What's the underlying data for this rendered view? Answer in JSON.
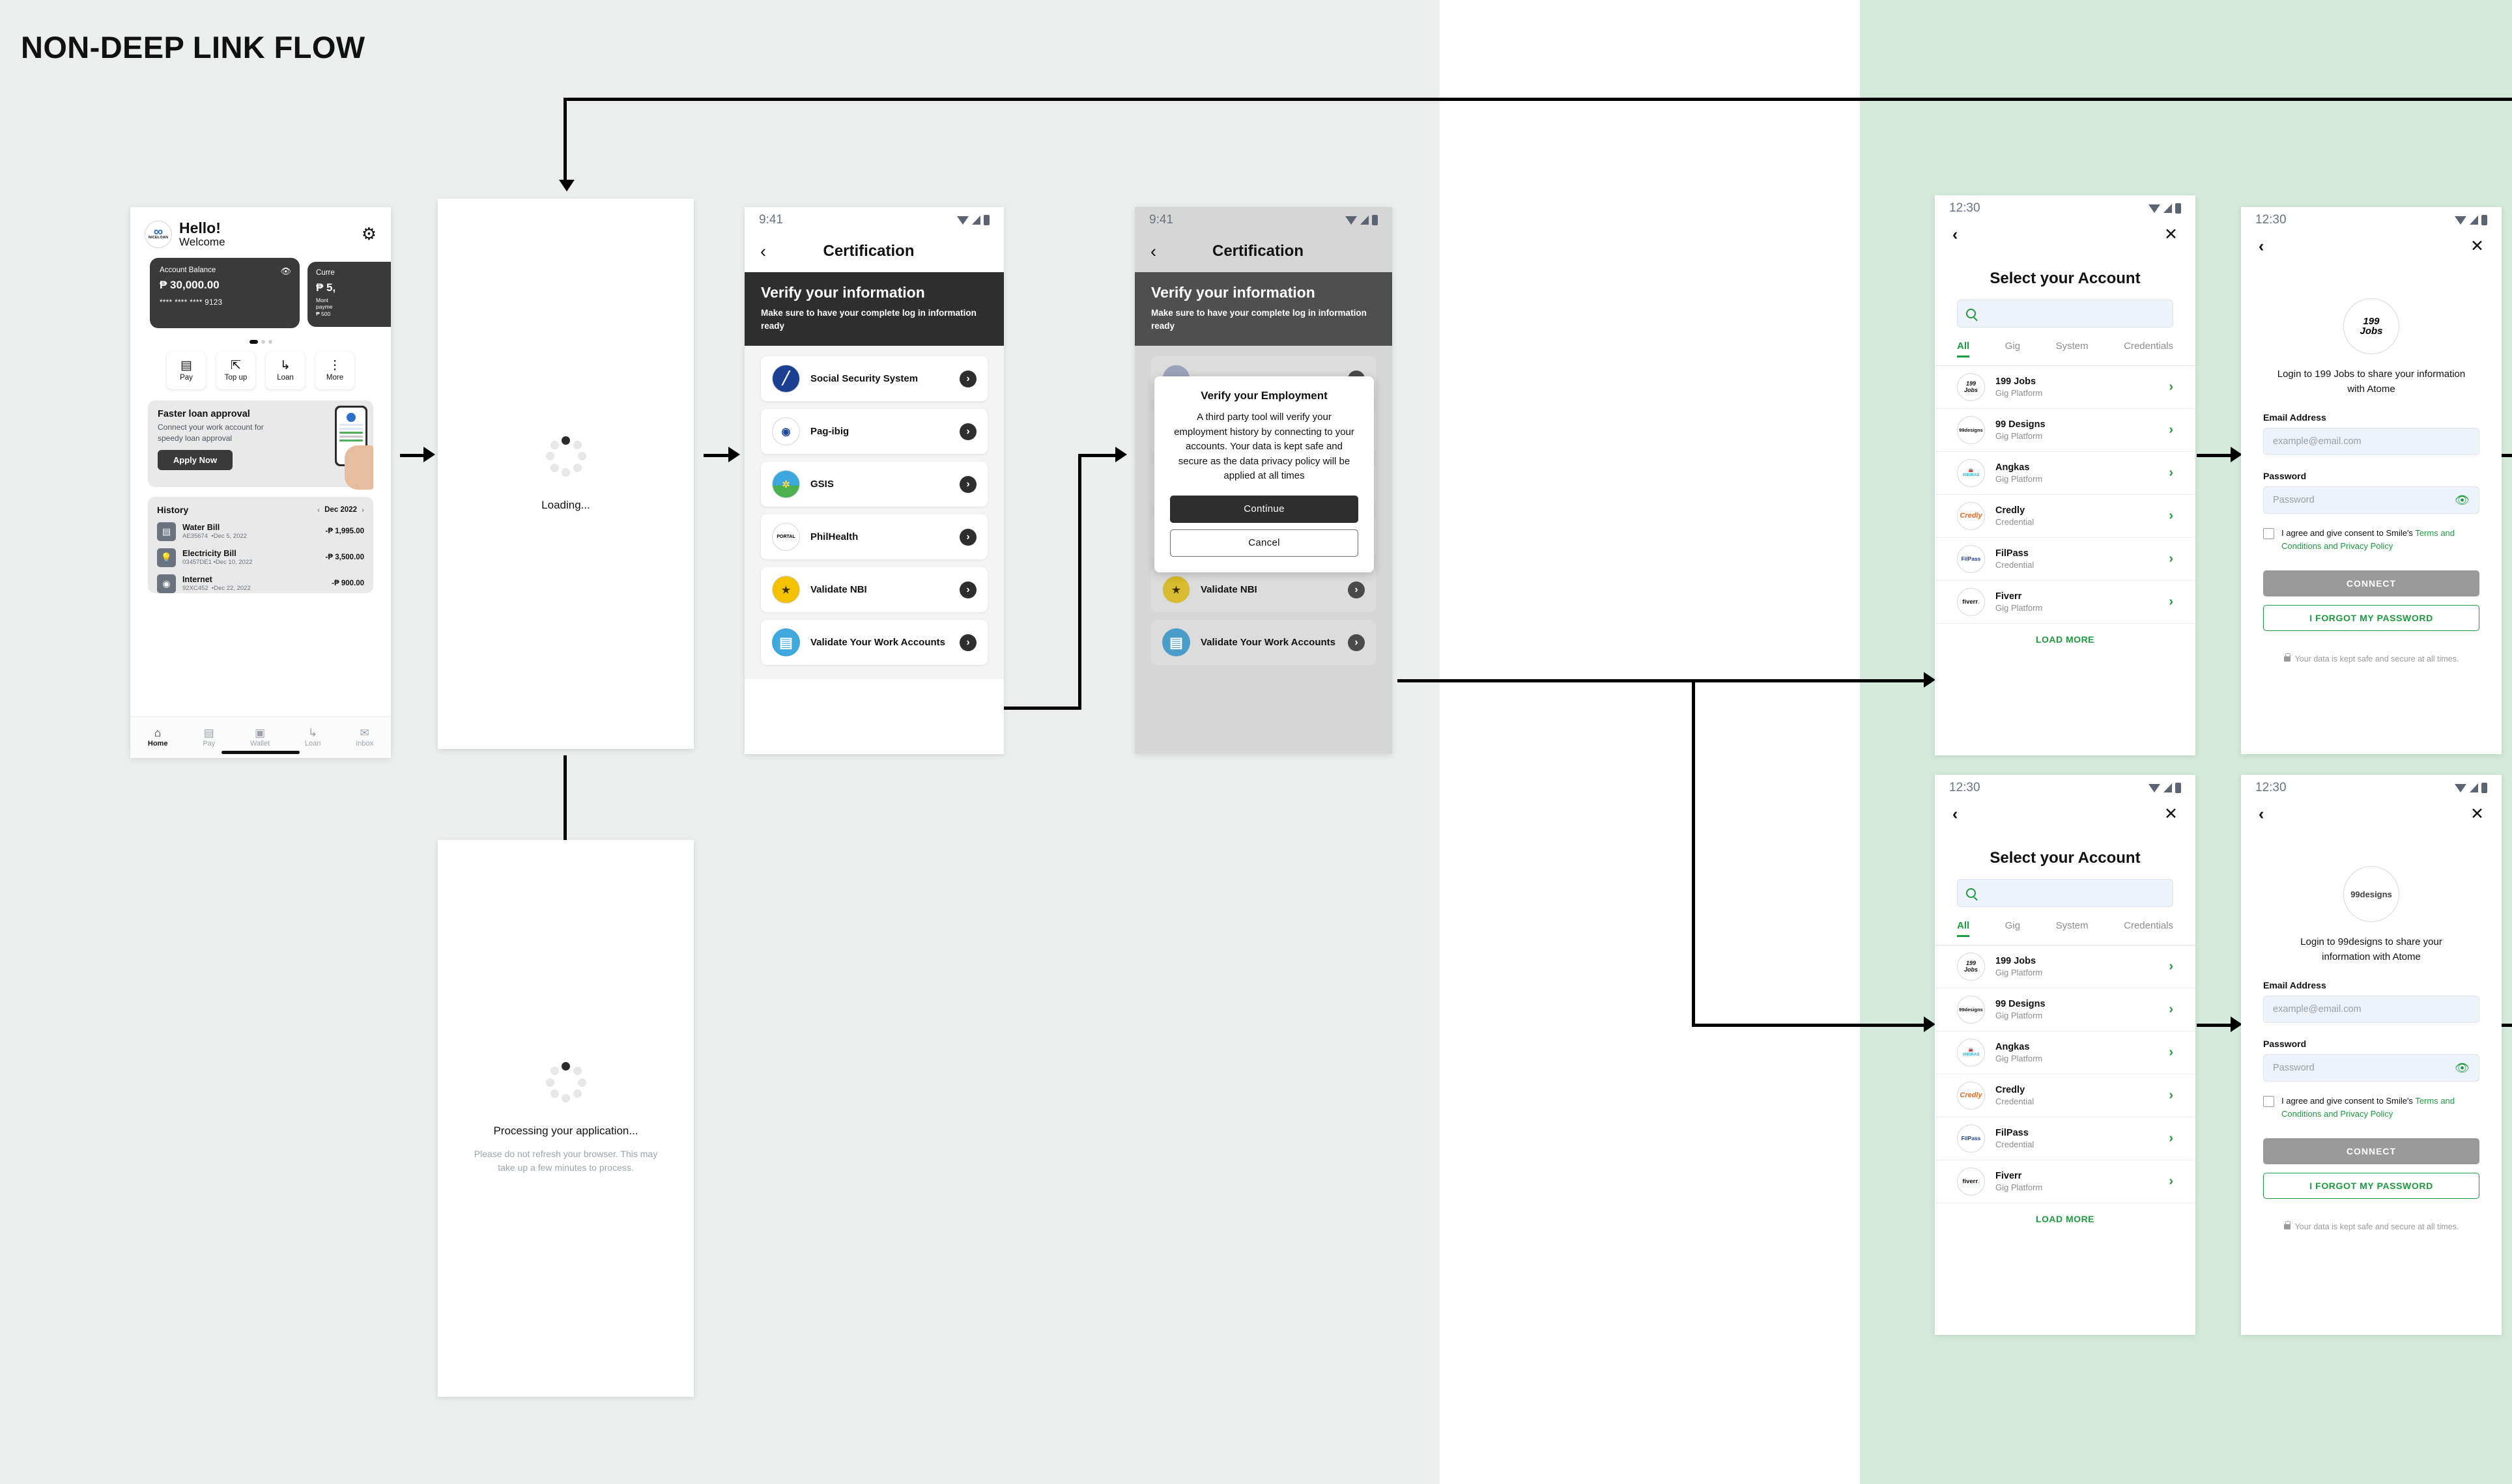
{
  "page": {
    "title": "NON-DEEP LINK FLOW"
  },
  "colors": {
    "background_gray": "#ebeeec",
    "background_white": "#ffffff",
    "background_green": "#d3eada",
    "accent_green": "#1d9b3f",
    "dark": "#2e2e2e",
    "muted": "#9a9a9a"
  },
  "home": {
    "status": {
      "time": "",
      "wifi": "wifi-icon",
      "signal": "signal-icon",
      "battery": "battery-icon"
    },
    "brand": {
      "logo_text": "NICELOAN",
      "greeting": "Hello!",
      "subgreeting": "Welcome"
    },
    "settings_icon": "gear-icon",
    "balance_card": {
      "label": "Account Balance",
      "amount": "₱ 30,000.00",
      "masked_number": "**** **** **** 9123",
      "eye_icon": "eye-icon"
    },
    "balance_card2": {
      "label": "Curre",
      "amount": "₱ 5,",
      "sub": "Mont\npaym\n₱ 500"
    },
    "carousel_dots": 3,
    "quick_actions": [
      {
        "icon": "card-icon",
        "glyph": "▤",
        "label": "Pay"
      },
      {
        "icon": "topup-icon",
        "glyph": "⬆",
        "label": "Top up"
      },
      {
        "icon": "loan-icon",
        "glyph": "↳",
        "label": "Loan"
      },
      {
        "icon": "more-icon",
        "glyph": "⋮",
        "label": "More"
      }
    ],
    "promo": {
      "title": "Faster loan approval",
      "body": "Connect your work account for speedy loan approval",
      "cta": "Apply Now"
    },
    "history": {
      "title": "History",
      "month": "Dec 2022",
      "prev_icon": "chevron-left-icon",
      "next_icon": "chevron-right-icon",
      "rows": [
        {
          "icon": "receipt-icon",
          "glyph": "▤",
          "name": "Water Bill",
          "ref": "AE35674",
          "date": "Dec 5, 2022",
          "amount": "-₱ 1,995.00"
        },
        {
          "icon": "bulb-icon",
          "glyph": "☀",
          "name": "Electricity Bill",
          "ref": "03457DE1",
          "date": "Dec 10, 2022",
          "amount": "-₱ 3,500.00"
        },
        {
          "icon": "wifi-icon",
          "glyph": "◴",
          "name": "Internet",
          "ref": "92XC452",
          "date": "Dec 22, 2022",
          "amount": "-₱ 900.00"
        }
      ]
    },
    "tabs": [
      {
        "icon": "home-icon",
        "glyph": "⌂",
        "label": "Home",
        "active": true
      },
      {
        "icon": "card-icon",
        "glyph": "▤",
        "label": "Pay",
        "active": false
      },
      {
        "icon": "wallet-icon",
        "glyph": "▱",
        "label": "Wallet",
        "active": false
      },
      {
        "icon": "loan-icon",
        "glyph": "↳",
        "label": "Loan",
        "active": false
      },
      {
        "icon": "inbox-icon",
        "glyph": "✉",
        "label": "Inbox",
        "active": false
      }
    ]
  },
  "loading": {
    "title": "Loading...",
    "spinner_icon": "spinner-icon"
  },
  "processing": {
    "title": "Processing your application...",
    "subtitle": "Please do not refresh your browser. This may take up a few minutes to process.",
    "spinner_icon": "spinner-icon"
  },
  "certification": {
    "status_time": "9:41",
    "back_icon": "chevron-left-icon",
    "title": "Certification",
    "banner": {
      "heading": "Verify your information",
      "sub": "Make sure to have your complete log in information ready"
    },
    "items": [
      {
        "label": "Social Security System",
        "logo": "sss-logo",
        "chevron": "chevron-right-icon"
      },
      {
        "label": "Pag-ibig",
        "logo": "pagibig-logo",
        "chevron": "chevron-right-icon"
      },
      {
        "label": "GSIS",
        "logo": "gsis-logo",
        "chevron": "chevron-right-icon"
      },
      {
        "label": "PhilHealth",
        "logo": "philhealth-logo",
        "chevron": "chevron-right-icon"
      },
      {
        "label": "Validate NBI",
        "logo": "nbi-logo",
        "chevron": "chevron-right-icon"
      },
      {
        "label": "Validate Your Work Accounts",
        "logo": "work-accounts-icon",
        "chevron": "chevron-right-icon"
      }
    ]
  },
  "modal": {
    "title": "Verify your Employment",
    "body": "A third party tool will verify your employment history by connecting to your accounts. Your data is kept safe and secure as the data privacy policy will be applied at all times",
    "primary": "Continue",
    "secondary": "Cancel"
  },
  "select_account": {
    "status_time": "12:30",
    "back_icon": "chevron-left-icon",
    "close_icon": "close-icon",
    "title": "Select your Account",
    "search_placeholder": "",
    "search_icon": "search-icon",
    "tabs": [
      {
        "label": "All",
        "active": true
      },
      {
        "label": "Gig",
        "active": false
      },
      {
        "label": "System",
        "active": false
      },
      {
        "label": "Credentials",
        "active": false
      }
    ],
    "accounts": [
      {
        "name": "199 Jobs",
        "type": "Gig Platform",
        "logo": "199jobs-logo"
      },
      {
        "name": "99 Designs",
        "type": "Gig Platform",
        "logo": "99designs-logo"
      },
      {
        "name": "Angkas",
        "type": "Gig Platform",
        "logo": "angkas-logo"
      },
      {
        "name": "Credly",
        "type": "Credential",
        "logo": "credly-logo"
      },
      {
        "name": "FilPass",
        "type": "Credential",
        "logo": "filpass-logo"
      },
      {
        "name": "Fiverr",
        "type": "Gig Platform",
        "logo": "fiverr-logo"
      }
    ],
    "load_more": "LOAD MORE"
  },
  "login_199jobs": {
    "status_time": "12:30",
    "back_icon": "chevron-left-icon",
    "close_icon": "close-icon",
    "logo": "199jobs-logo",
    "logo_text": "199 Jobs",
    "subtitle": "Login to 199 Jobs to share your information with Atome",
    "email_label": "Email Address",
    "email_placeholder": "example@email.com",
    "password_label": "Password",
    "password_placeholder": "Password",
    "eye_off_icon": "eye-off-icon",
    "consent_prefix": "I agree and give consent to Smile's ",
    "consent_link": "Terms and Conditions and Privacy Policy",
    "connect": "CONNECT",
    "forgot": "I FORGOT MY PASSWORD",
    "safe_note": "Your data is kept safe and secure at all times.",
    "lock_icon": "lock-icon"
  },
  "login_99designs": {
    "status_time": "12:30",
    "back_icon": "chevron-left-icon",
    "close_icon": "close-icon",
    "logo": "99designs-logo",
    "logo_text": "99designs",
    "subtitle": "Login to 99designs to share your information with Atome",
    "email_label": "Email Address",
    "email_placeholder": "example@email.com",
    "password_label": "Password",
    "password_placeholder": "Password",
    "eye_off_icon": "eye-off-icon",
    "consent_prefix": "I agree and give consent to Smile's ",
    "consent_link": "Terms and Conditions and Privacy Policy",
    "connect": "CONNECT",
    "forgot": "I FORGOT MY PASSWORD",
    "safe_note": "Your data is kept safe and secure at all times.",
    "lock_icon": "lock-icon"
  }
}
